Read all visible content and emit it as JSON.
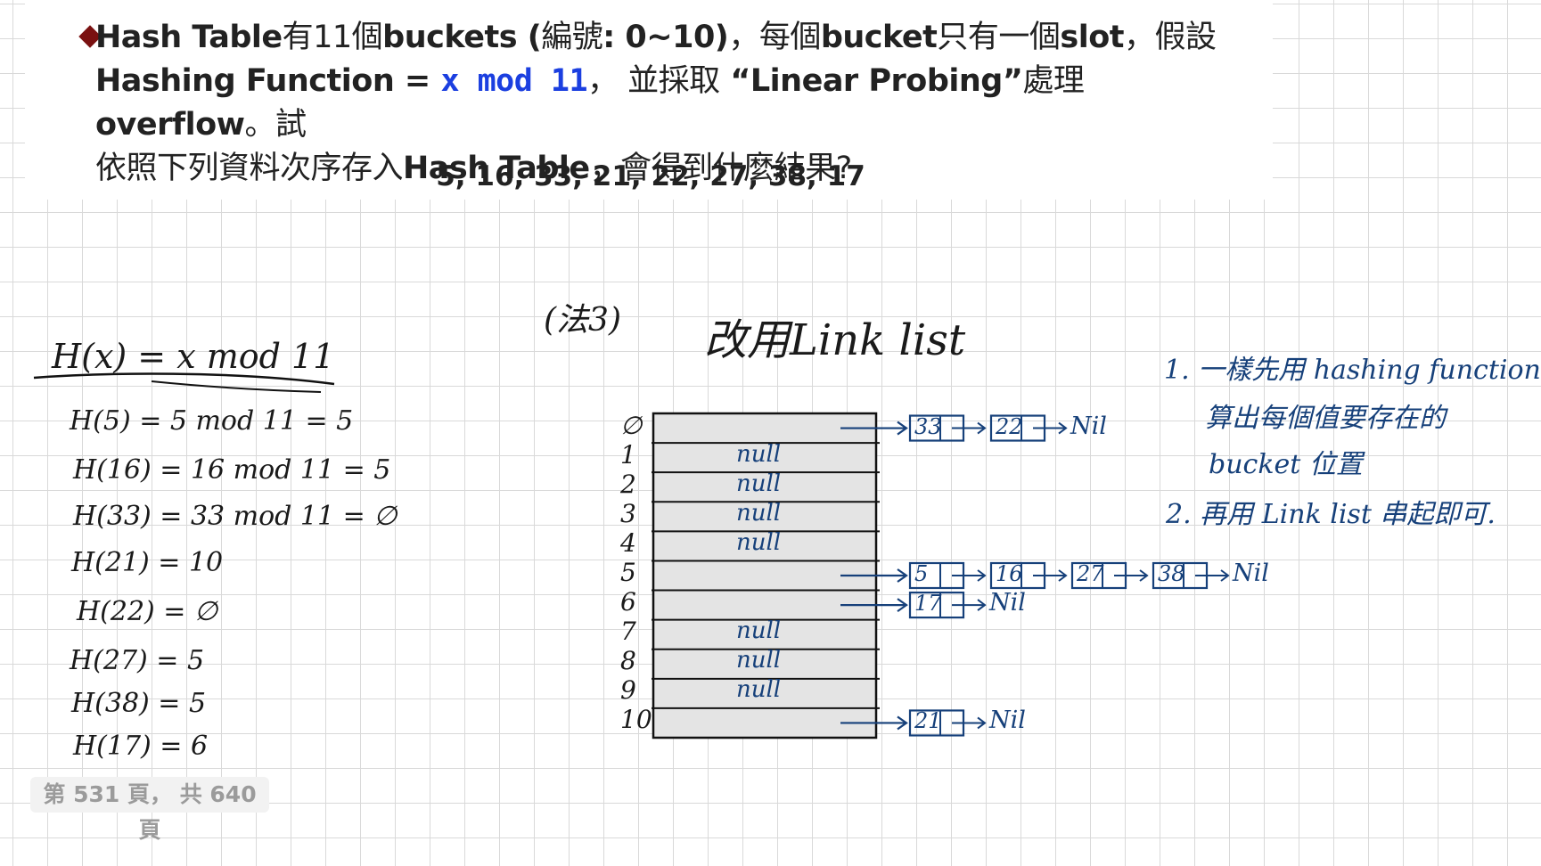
{
  "question": {
    "line1": [
      "Hash Table",
      "有11個",
      "buckets (",
      "編號",
      ": 0~10)",
      "，每個",
      "bucket",
      "只有一個",
      "slot",
      "，假設"
    ],
    "line2": [
      "Hashing Function = ",
      "x mod 11",
      "， 並採取",
      " “Linear Probing”",
      "處理",
      "overflow",
      "。試"
    ],
    "line3": [
      "依照下列資料次序存入",
      "Hash Table",
      "，會得到什麼結果?"
    ],
    "sequence": "5, 16, 33, 21, 22, 27, 38, 17"
  },
  "hash_calc": {
    "formula": "H(x) = x mod 11",
    "rows": [
      "H(5) = 5 mod 11 = 5",
      "H(16) = 16 mod 11 = 5",
      "H(33) = 33 mod 11 = ∅",
      "H(21) = 10",
      "H(22) = ∅",
      "H(27) = 5",
      "H(38) = 5",
      "H(17) = 6"
    ]
  },
  "method_title": [
    "(法3)",
    "改用Link list"
  ],
  "table": {
    "indices": [
      "∅",
      "1",
      "2",
      "3",
      "4",
      "5",
      "6",
      "7",
      "8",
      "9",
      "10"
    ],
    "null_label": "null",
    "nil_label": "Nil",
    "chains": {
      "0": [
        "33",
        "22"
      ],
      "5": [
        "5",
        "16",
        "27",
        "38"
      ],
      "6": [
        "17"
      ],
      "10": [
        "21"
      ]
    }
  },
  "notes": [
    "1. 一樣先用 hashing function",
    "算出每個值要存在的",
    "bucket 位置",
    "2. 再用 Link list 串起即可."
  ],
  "page_indicator": "第 531 頁， 共 640 頁"
}
